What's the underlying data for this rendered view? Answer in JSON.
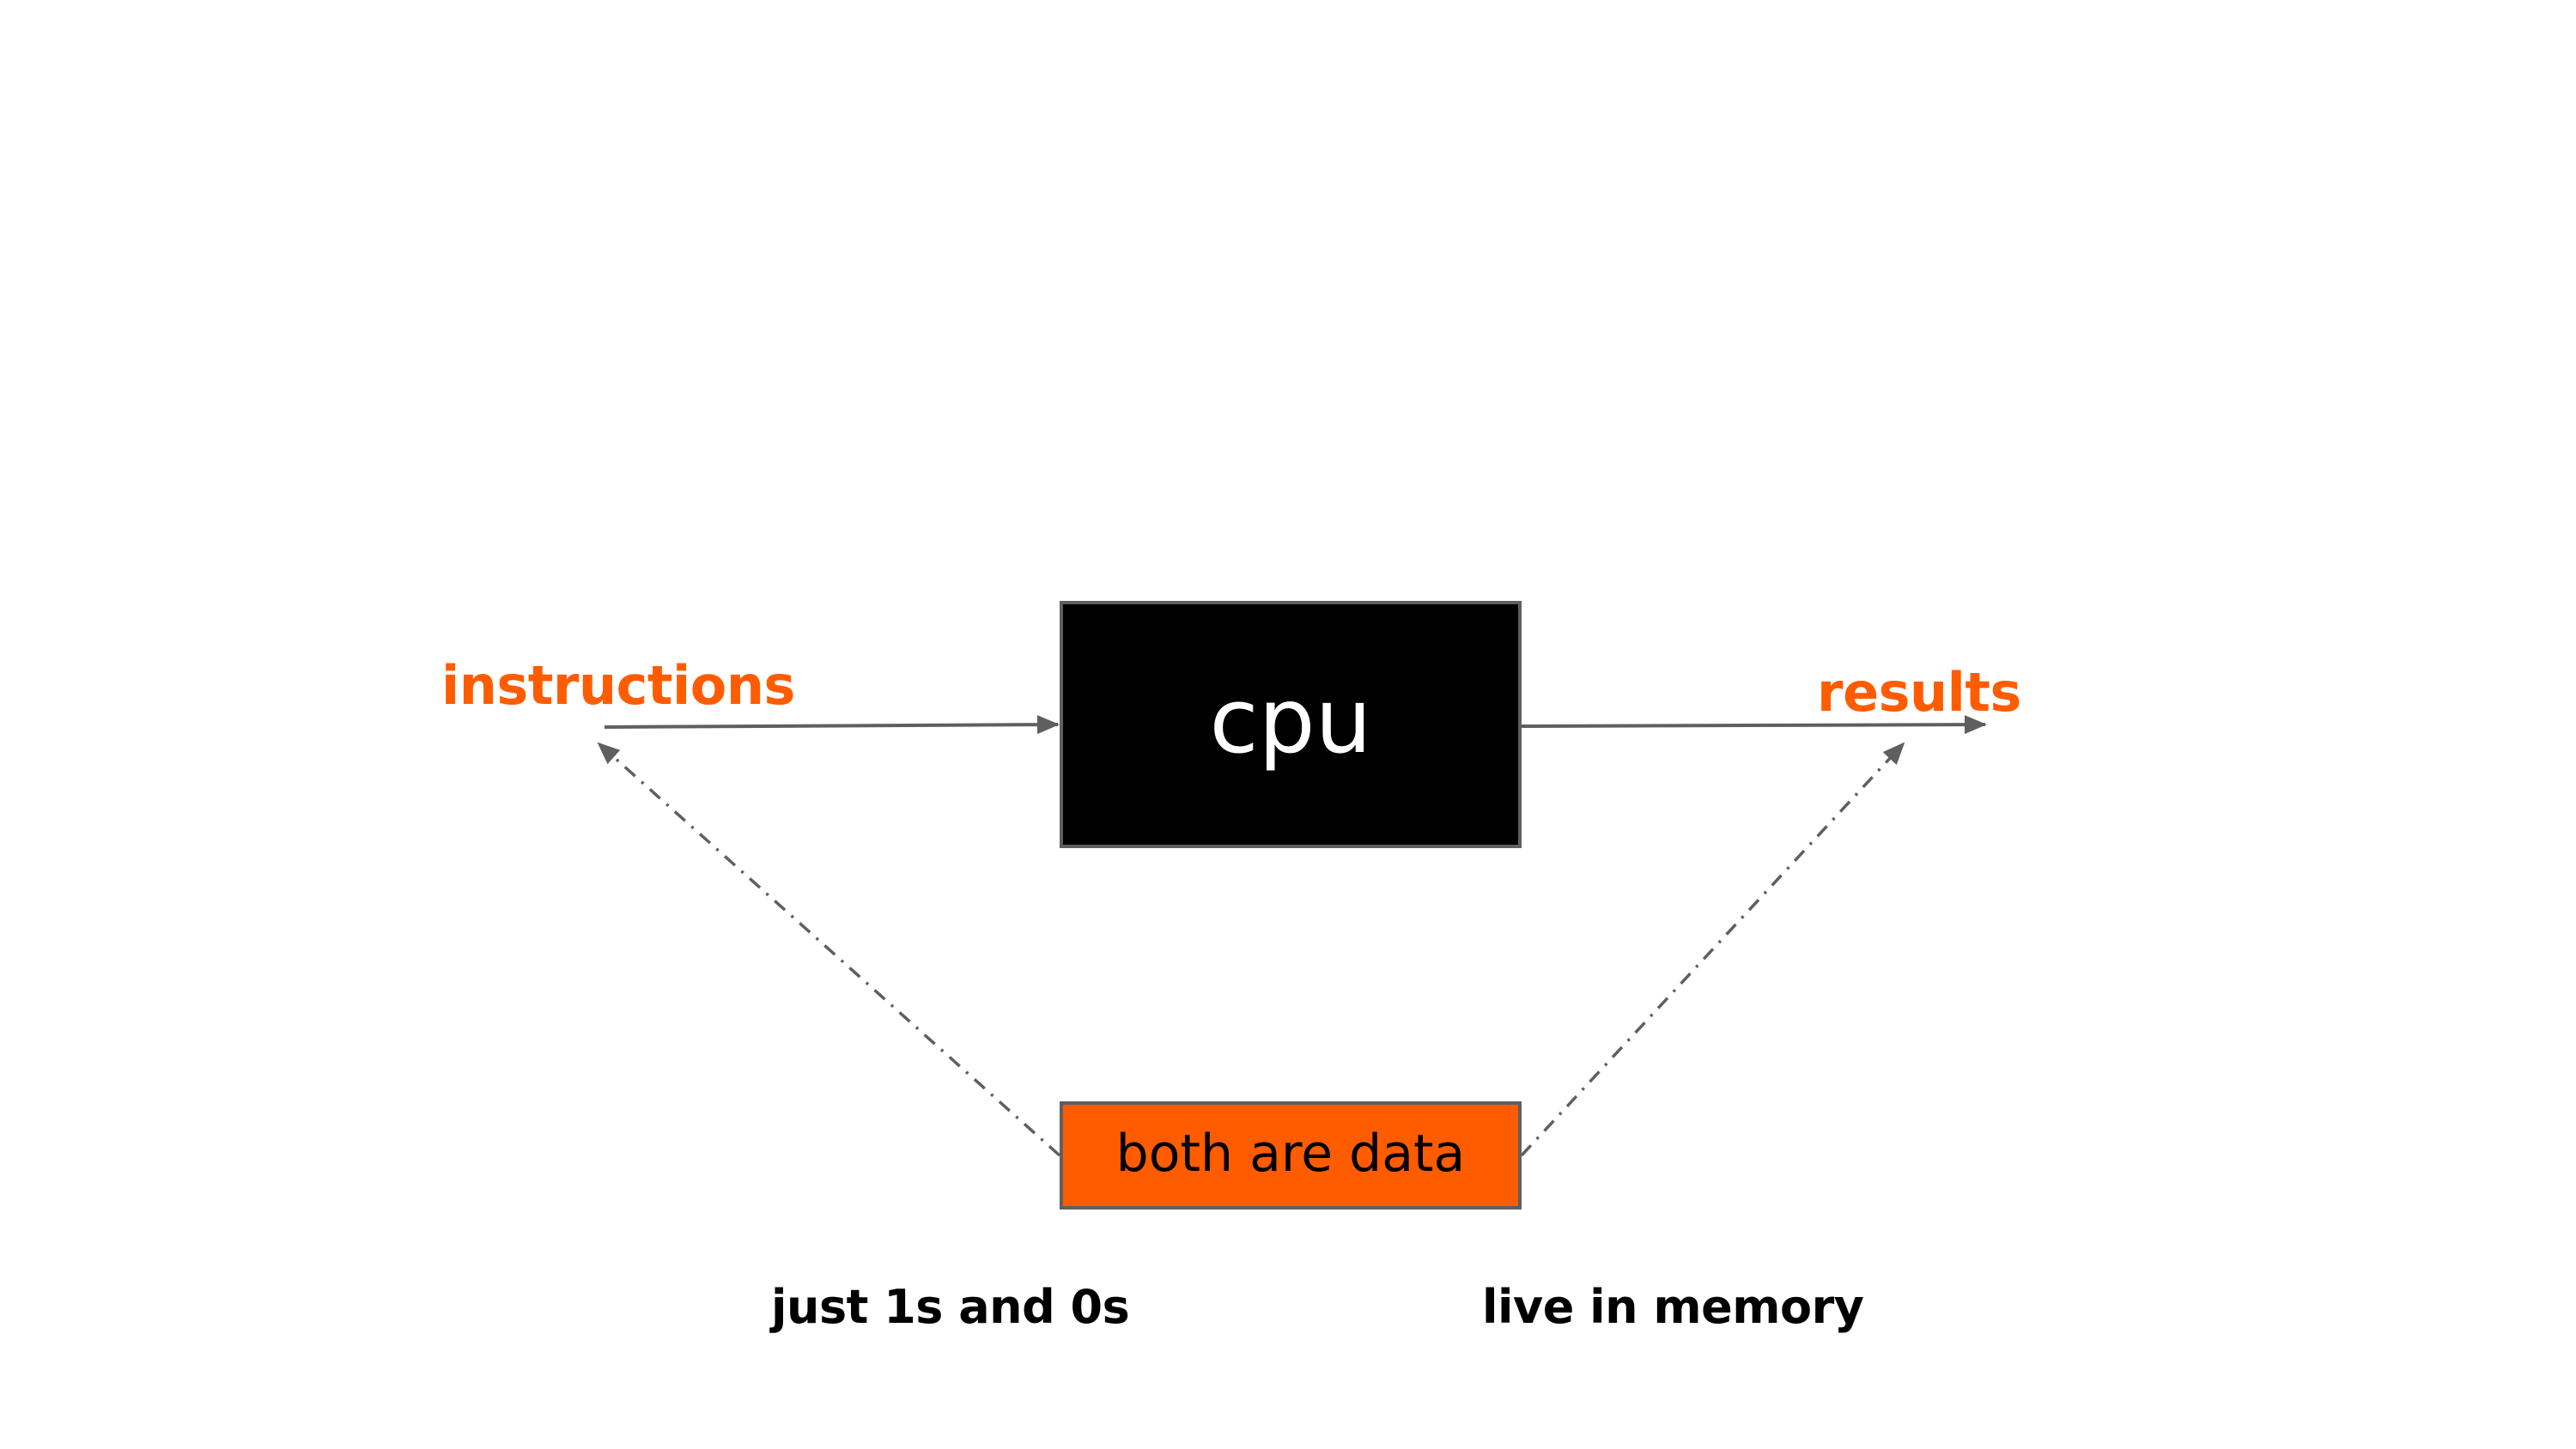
{
  "colors": {
    "accent": "#ff5c00",
    "arrow": "#5f5f5f",
    "cpu_fill": "#000000",
    "cpu_text": "#ffffff",
    "data_fill": "#ff5c00",
    "background": "#ffffff"
  },
  "nodes": {
    "cpu": {
      "label": "cpu"
    },
    "data": {
      "label": "both are data"
    }
  },
  "labels": {
    "instructions": "instructions",
    "results": "results"
  },
  "captions": {
    "left": "just 1s and 0s",
    "right": "live in memory"
  },
  "edges": [
    {
      "from": "instructions",
      "to": "cpu",
      "style": "solid"
    },
    {
      "from": "cpu",
      "to": "results",
      "style": "solid"
    },
    {
      "from": "data",
      "to": "instructions",
      "style": "dash-dot"
    },
    {
      "from": "data",
      "to": "results",
      "style": "dash-dot"
    }
  ]
}
